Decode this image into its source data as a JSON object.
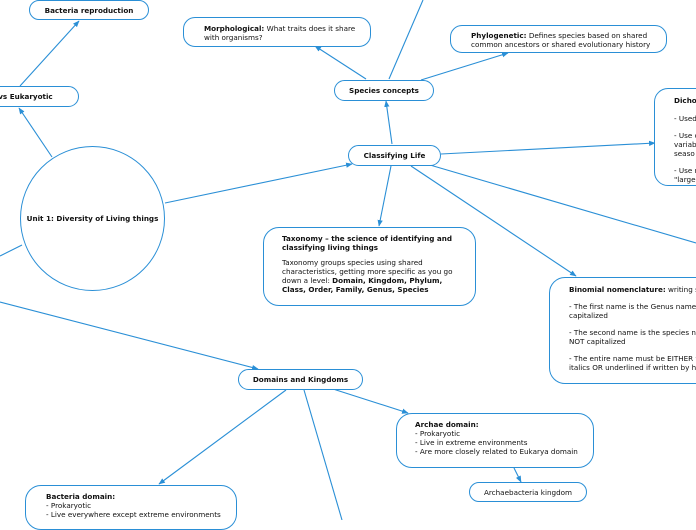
{
  "colors": {
    "line": "#2a8fd6",
    "border": "#2a8fd6"
  },
  "nodes": {
    "bacteria_reproduction": "Bacteria reproduction",
    "prok_vs_euk": "ic vs Eukaryotic",
    "unit1": "Unit 1: Diversity of Living things",
    "morphological": {
      "title": "Morphological:",
      "text": " What traits does it share with organisms?"
    },
    "phylogenetic": {
      "title": "Phylogenetic:",
      "text": " Defines species based on shared common ancestors or shared evolutionary history"
    },
    "species_concepts": "Species concepts",
    "classifying_life": "Classifying Life",
    "dichotomous": {
      "title": "Dicho",
      "items": [
        "- Used",
        "- Use c",
        "variab",
        "seaso",
        "- Use r",
        "\"large'"
      ]
    },
    "taxonomy": {
      "title": "Taxonomy – the science of identifying and classifying living things",
      "text": "Taxonomy groups species using shared characteristics, getting more specific as you go down a level: ",
      "levels": "Domain, Kingdom, Phylum, Class, Order, Family, Genus, Species"
    },
    "binomial": {
      "title": "Binomial nomenclature:",
      "title_rest": " writing sp",
      "p1a": "- The first name is the Genus name",
      "p1b": "capitalized",
      "p2a": "- The second name is the species na",
      "p2b": "NOT capitalized",
      "p3a": "- The entire name must be EITHER t",
      "p3b": "italics OR underlined if written by ha"
    },
    "domains_kingdoms": "Domains and Kingdoms",
    "archae_domain": {
      "title": "Archae domain:",
      "items": [
        "- Prokaryotic",
        "- Live in extreme environments",
        "- Are more closely related to Eukarya domain"
      ]
    },
    "archaebacteria_kingdom": "Archaebacteria kingdom",
    "bacteria_domain": {
      "title": "Bacteria domain:",
      "items": [
        "- Prokaryotic",
        "- Live everywhere except extreme environments"
      ]
    }
  }
}
